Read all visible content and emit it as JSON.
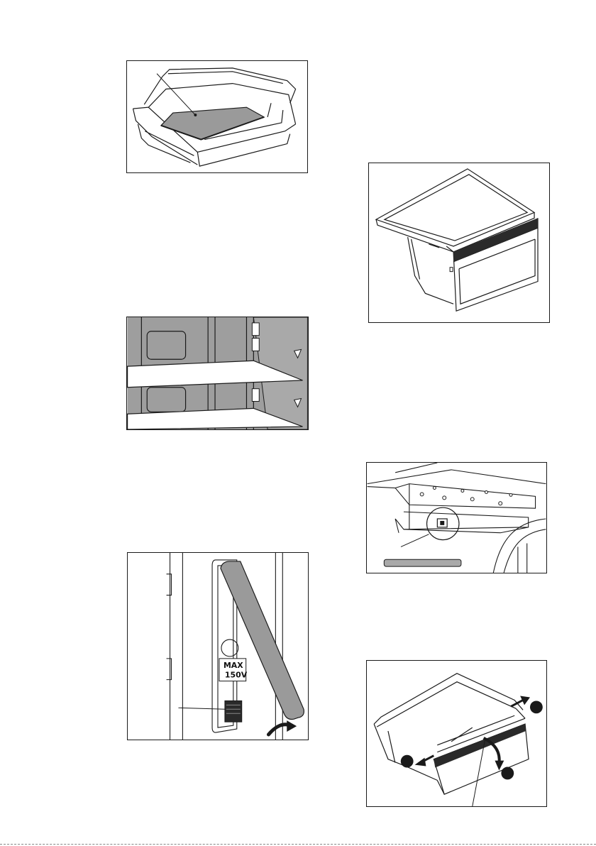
{
  "colors": {
    "line": "#1a1a1a",
    "panel_gray": "#9a9a9a",
    "wall_gray": "#a9a9a9",
    "paper": "#ffffff"
  },
  "figures": [
    {
      "id": "crisper-drawer-with-mat"
    },
    {
      "id": "freezer-drawer-with-lid"
    },
    {
      "id": "glass-shelves-in-rails"
    },
    {
      "id": "shelf-rail-clip-detail"
    },
    {
      "id": "door-lamp-cover-open"
    },
    {
      "id": "drawer-removal-steps"
    }
  ],
  "door_panel": {
    "max_label": "MAX",
    "voltage_label": "150V"
  },
  "icons": {
    "door_panel": "curved-rotate-arrow-icon",
    "drawer_front": "pull-down-arrow-icon",
    "drawer_side": "outward-arrow-icon"
  }
}
